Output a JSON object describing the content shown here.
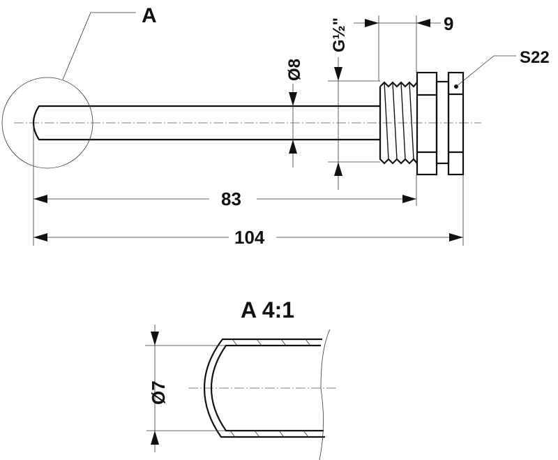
{
  "drawing": {
    "detail_marker": "A",
    "across_flats_label": "S22",
    "thread_label": "G½\"",
    "diameter_label": "Ø8",
    "hex_length_label": "9",
    "insert_length_label": "83",
    "total_length_label": "104"
  },
  "detail": {
    "title": "A 4:1",
    "diameter_label": "Ø7"
  }
}
